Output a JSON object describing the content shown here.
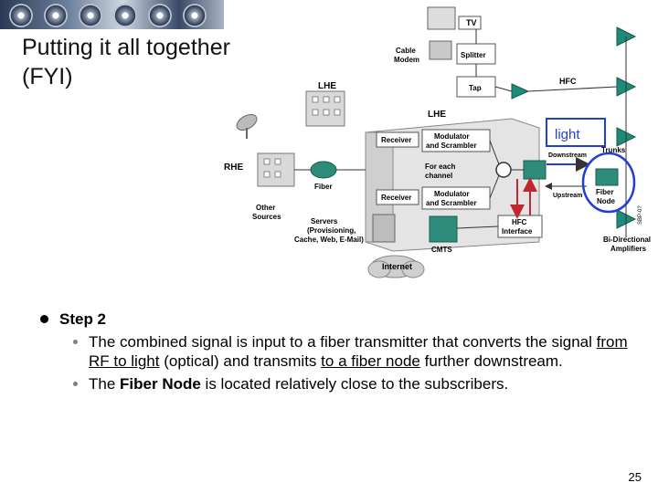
{
  "slide": {
    "title_line1": "Putting it all together",
    "title_line2": "(FYI)",
    "page_number": "25"
  },
  "diagram": {
    "labels": {
      "tv": "TV",
      "cable_modem_1": "Cable",
      "cable_modem_2": "Modem",
      "splitter": "Splitter",
      "tap": "Tap",
      "hfc": "HFC",
      "lhe_top": "LHE",
      "lhe": "LHE",
      "rhe": "RHE",
      "receiver_1": "Receiver",
      "receiver_2": "Receiver",
      "modulator_1a": "Modulator",
      "modulator_1b": "and Scrambler",
      "modulator_2a": "Modulator",
      "modulator_2b": "and Scrambler",
      "for_each_1": "For each",
      "for_each_2": "channel",
      "fiber": "Fiber",
      "other_sources_1": "Other",
      "other_sources_2": "Sources",
      "servers_1": "Servers",
      "servers_2": "(Provisioning,",
      "servers_3": "Cache, Web, E-Mail)",
      "cmts": "CMTS",
      "internet": "Internet",
      "hfc_interface_1": "HFC",
      "hfc_interface_2": "Interface",
      "light": "light",
      "downstream": "Downstream",
      "upstream": "Upstream",
      "trunks": "Trunks",
      "fiber_node_1": "Fiber",
      "fiber_node_2": "Node",
      "bidir_1": "Bi-Directional",
      "bidir_2": "Amplifiers",
      "code": "SBP-0?"
    },
    "colors": {
      "accent_blue": "#1f3fd6",
      "amplifier_teal": "#1f8a78",
      "arrow_red": "#c0282d"
    }
  },
  "content": {
    "step": "Step 2",
    "p1_a": "The combined signal is input to a fiber transmitter that converts the signal ",
    "p1_b": "from RF to light",
    "p1_c": " (optical) and transmits ",
    "p1_d": "to a fiber node",
    "p1_e": " further downstream.",
    "p2_a": "The ",
    "p2_b": "Fiber Node",
    "p2_c": " is located relatively close to the subscribers."
  }
}
